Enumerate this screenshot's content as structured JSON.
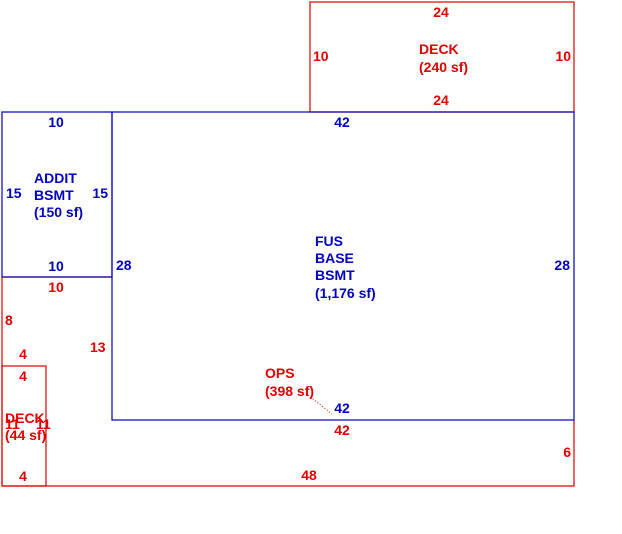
{
  "colors": {
    "red": "#e00000",
    "blue": "#0000c0",
    "background": "#ffffff"
  },
  "areas": {
    "deck_top": {
      "name": "DECK",
      "area": "(240 sf)"
    },
    "addit": {
      "line1": "ADDIT",
      "line2": "BSMT",
      "area": "(150 sf)"
    },
    "fus": {
      "line1": "FUS",
      "line2": "BASE",
      "line3": "BSMT",
      "area": "(1,176 sf)"
    },
    "ops": {
      "name": "OPS",
      "area": "(398 sf)"
    },
    "deck_small": {
      "name": "DECK",
      "area": "(44 sf)"
    }
  },
  "dims": {
    "deck_top_top": "24",
    "deck_top_bottom": "24",
    "deck_top_left": "10",
    "deck_top_right": "10",
    "fus_top": "42",
    "fus_bottom": "42",
    "fus_left": "28",
    "fus_right": "28",
    "addit_top": "10",
    "addit_bottom": "10",
    "addit_left": "15",
    "addit_right": "15",
    "ops_top": "10",
    "ops_left": "8",
    "ops_inner": "13",
    "ops_step": "4",
    "ops_fus_bottom": "42",
    "ops_right": "6",
    "ops_bottom": "48",
    "deck_small_top": "4",
    "deck_small_bottom": "4",
    "deck_small_right": "11",
    "deck_small_left": "11"
  }
}
